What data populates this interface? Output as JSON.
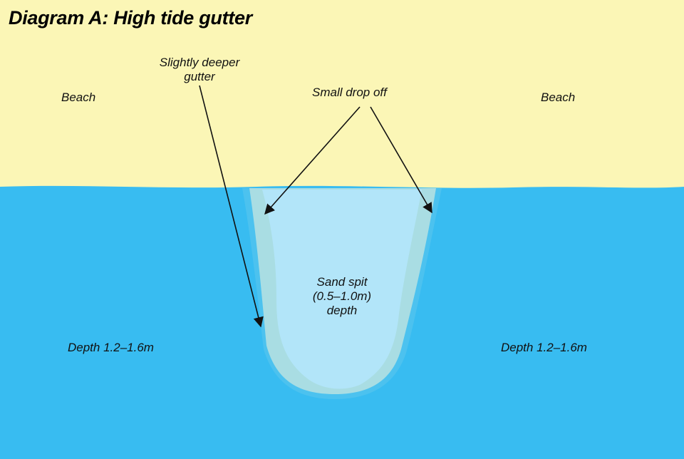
{
  "title": "Diagram A: High tide gutter",
  "labels": {
    "beach_left": "Beach",
    "beach_right": "Beach",
    "gutter_line1": "Slightly deeper",
    "gutter_line2": "gutter",
    "drop_off": "Small drop off",
    "sand_spit_line1": "Sand spit",
    "sand_spit_line2": "(0.5–1.0m)",
    "sand_spit_line3": "depth",
    "depth_left": "Depth 1.2–1.6m",
    "depth_right": "Depth 1.2–1.6m"
  },
  "colors": {
    "beach": "#fbf6b6",
    "deep_water": "#38bcf1",
    "gutter_rim": "#a9dde3",
    "sand_spit": "#b2e5f9",
    "arrow": "#111111"
  }
}
